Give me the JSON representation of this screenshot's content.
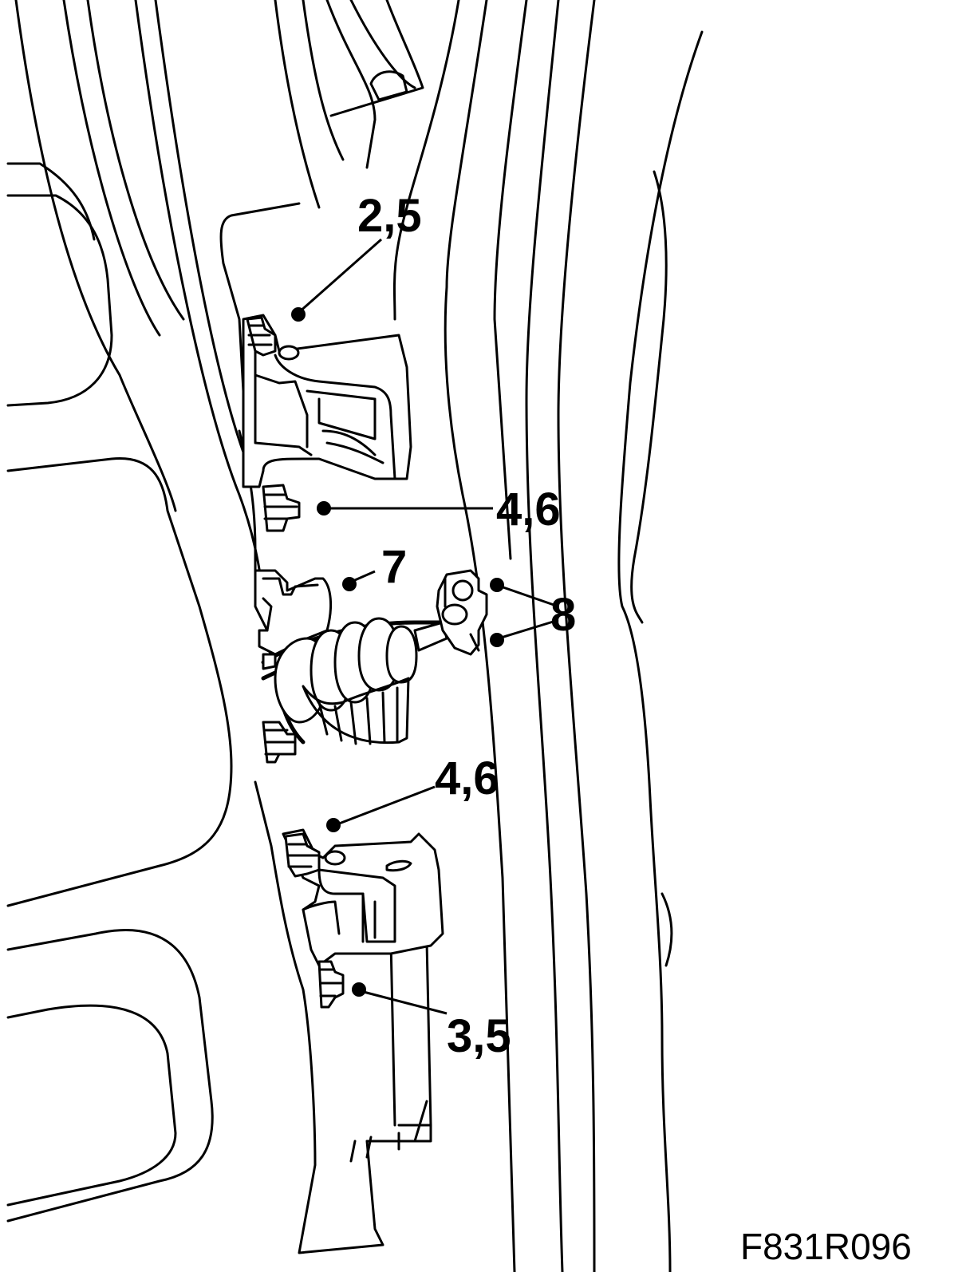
{
  "callouts": {
    "c_25": "2,5",
    "c_46_upper": "4,6",
    "c_7": "7",
    "c_8": "8",
    "c_46_lower": "4,6",
    "c_35": "3,5"
  },
  "figure_code": "F831R096",
  "icons": [
    "door-hinge-upper-icon",
    "door-hinge-lower-icon",
    "wiring-harness-boot-icon",
    "connector-icon"
  ]
}
